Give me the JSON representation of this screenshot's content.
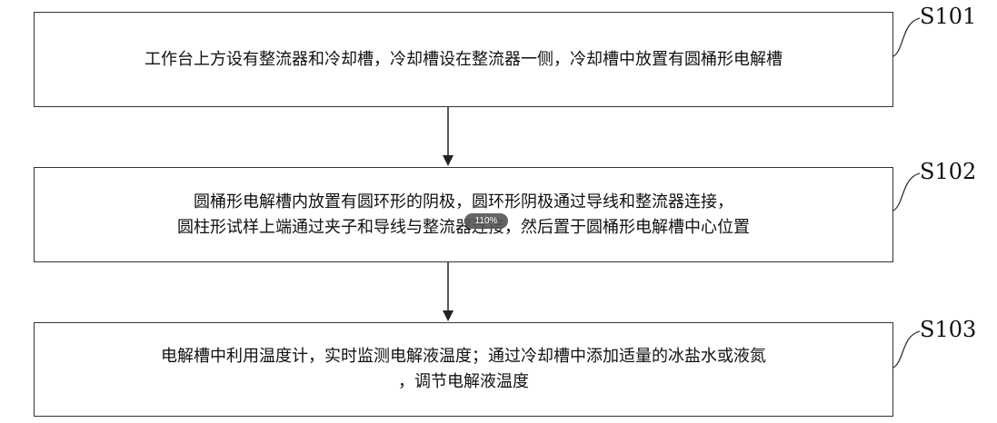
{
  "steps": [
    {
      "label": "S101",
      "lines": [
        "工作台上方设有整流器和冷却槽，冷却槽设在整流器一侧，冷却槽中放置有圆桶形电解槽"
      ]
    },
    {
      "label": "S102",
      "lines": [
        "圆桶形电解槽内放置有圆环形的阴极，圆环形阴极通过导线和整流器连接，",
        "圆柱形试样上端通过夹子和导线与整流器连接，然后置于圆桶形电解槽中心位置"
      ]
    },
    {
      "label": "S103",
      "lines": [
        "电解槽中利用温度计，实时监测电解液温度；通过冷却槽中添加适量的冰盐水或液氮",
        "，调节电解液温度"
      ]
    }
  ],
  "zoom_badge": "110%"
}
